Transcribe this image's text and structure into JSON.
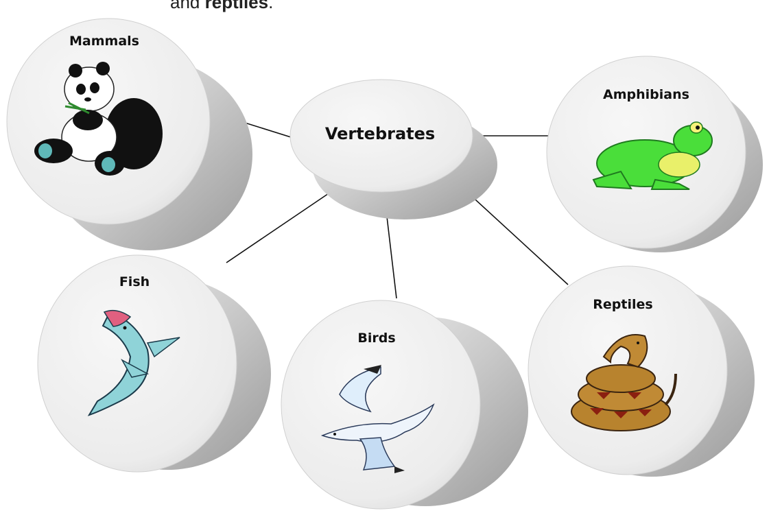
{
  "caption": {
    "prefix": "and ",
    "bold": "reptiles",
    "suffix": "."
  },
  "center": {
    "label": "Vertebrates"
  },
  "groups": [
    {
      "label": "Mammals",
      "icon": "panda-icon"
    },
    {
      "label": "Amphibians",
      "icon": "frog-icon"
    },
    {
      "label": "Fish",
      "icon": "shark-icon"
    },
    {
      "label": "Birds",
      "icon": "seagull-icon"
    },
    {
      "label": "Reptiles",
      "icon": "snake-icon"
    }
  ]
}
